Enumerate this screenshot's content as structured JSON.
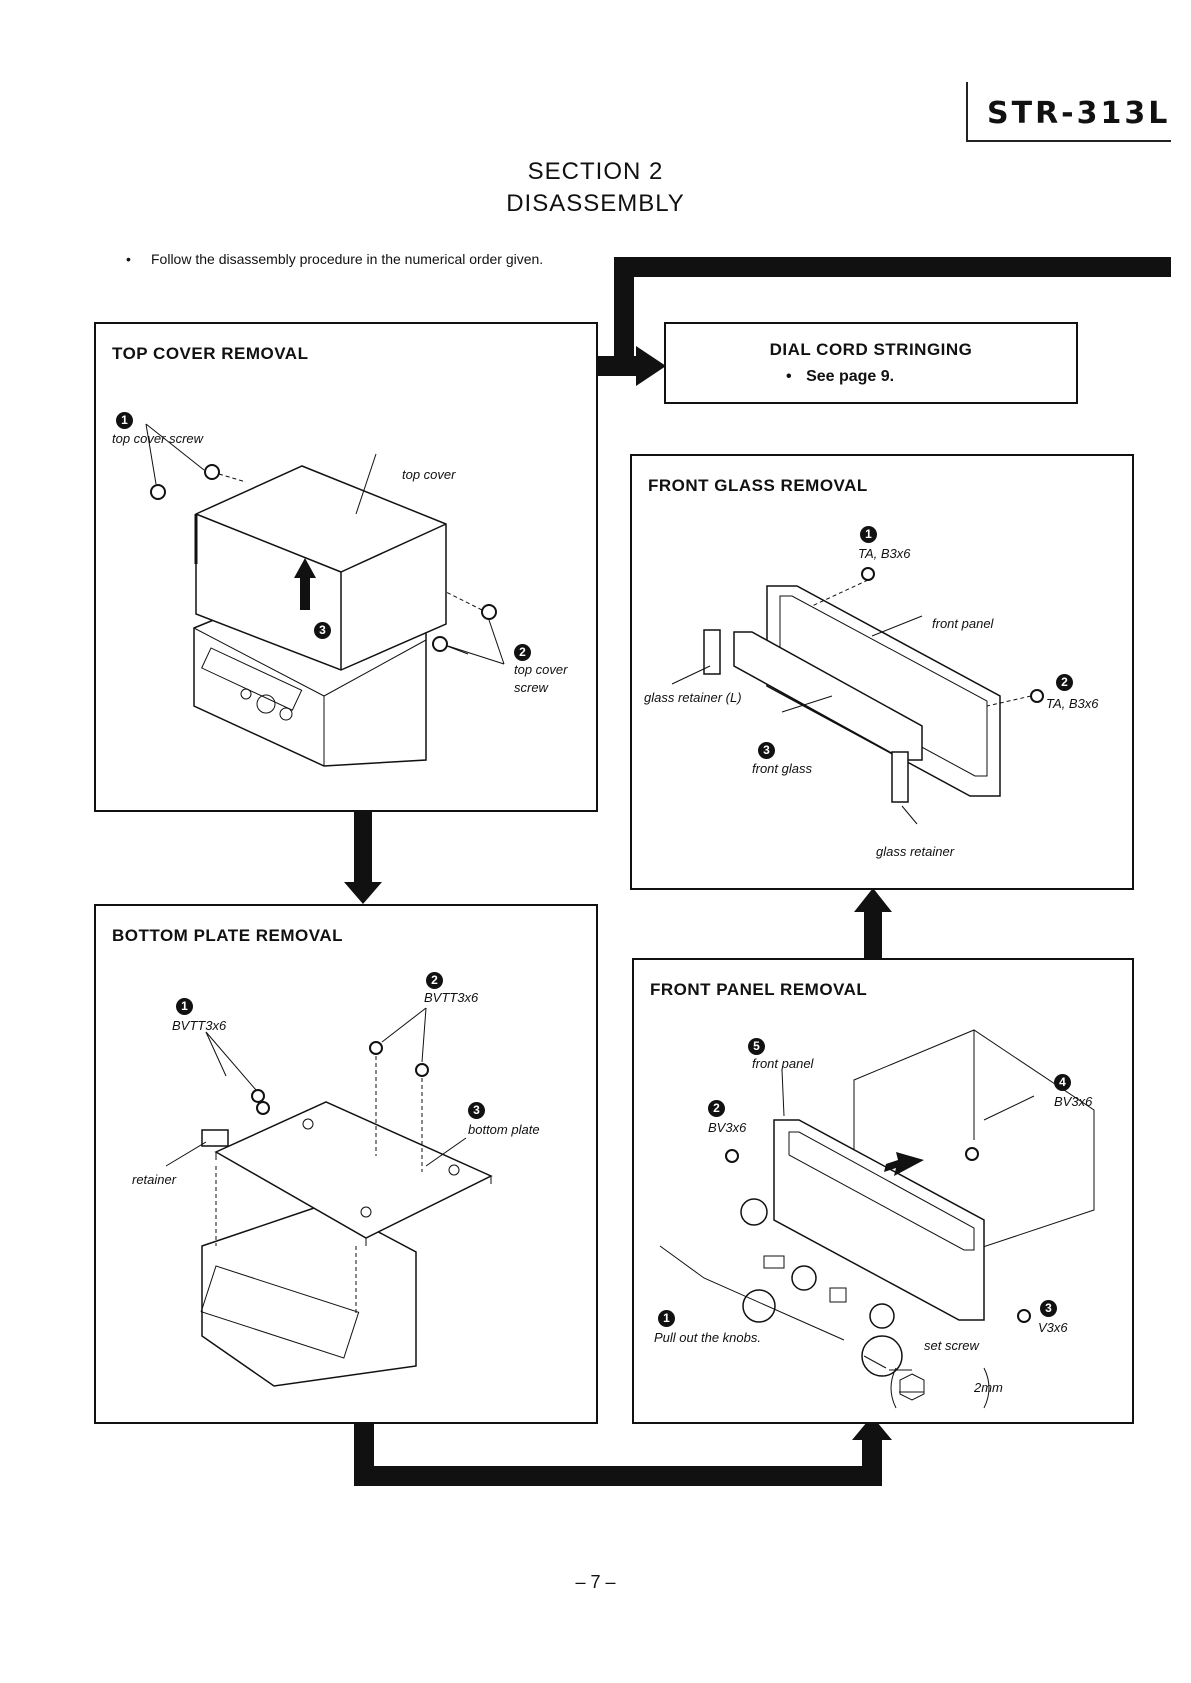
{
  "header": {
    "model": "STR-313L"
  },
  "section": {
    "line1": "SECTION 2",
    "line2": "DISASSEMBLY"
  },
  "note": {
    "bullet": "•",
    "text": "Follow the disassembly procedure in the numerical order given."
  },
  "boxes": {
    "top_cover": {
      "title": "TOP COVER REMOVAL",
      "steps": [
        "1",
        "2",
        "3"
      ],
      "labels": {
        "screw1": "top cover screw",
        "cover": "top cover",
        "screw2_a": "top cover",
        "screw2_b": "screw"
      }
    },
    "dial_cord": {
      "title": "DIAL CORD STRINGING",
      "bullet": "•",
      "note": "See page 9."
    },
    "front_glass": {
      "title": "FRONT GLASS REMOVAL",
      "steps": [
        "1",
        "2",
        "3"
      ],
      "labels": {
        "screw1": "TA, B3x6",
        "front_panel": "front panel",
        "retainer_l": "glass retainer (L)",
        "screw2": "TA, B3x6",
        "front_glass": "front glass",
        "retainer": "glass retainer"
      }
    },
    "bottom_plate": {
      "title": "BOTTOM PLATE REMOVAL",
      "steps": [
        "1",
        "2",
        "3"
      ],
      "labels": {
        "screw1": "BVTT3x6",
        "screw2": "BVTT3x6",
        "plate": "bottom plate",
        "retainer": "retainer"
      }
    },
    "front_panel": {
      "title": "FRONT PANEL REMOVAL",
      "steps": [
        "1",
        "2",
        "3",
        "4",
        "5"
      ],
      "labels": {
        "panel": "front panel",
        "screw2": "BV3x6",
        "screw4": "BV3x6",
        "screw3": "V3x6",
        "knobs": "Pull out the knobs.",
        "set_screw": "set screw",
        "size": "2mm"
      }
    }
  },
  "footer": {
    "page": "– 7 –"
  }
}
